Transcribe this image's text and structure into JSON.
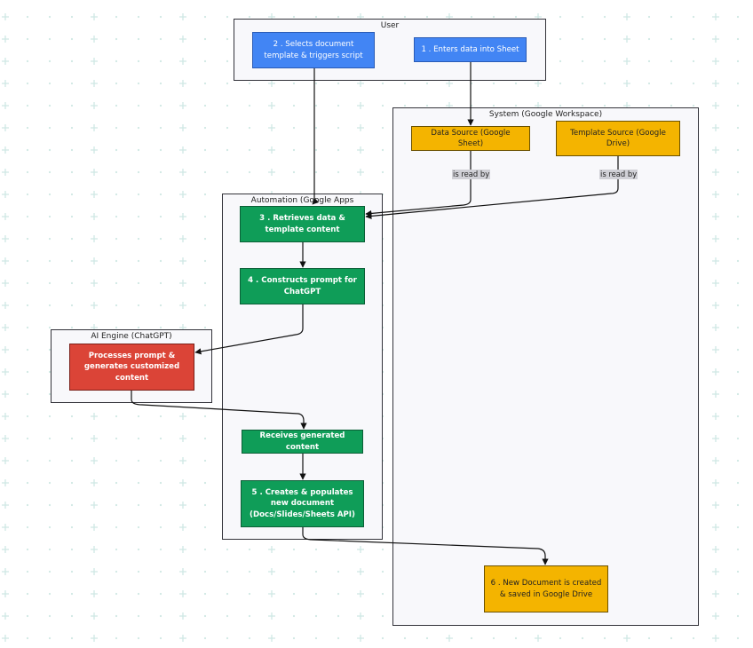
{
  "groups": {
    "user": "User",
    "system": "System (Google Workspace)",
    "automation": "Automation (Google Apps",
    "ai": "AI Engine (ChatGPT)"
  },
  "nodes": {
    "select_template": "2 . Selects document template & triggers script",
    "enter_data": "1 . Enters data into Sheet",
    "data_source": "Data Source (Google Sheet)",
    "template_source": "Template Source (Google Drive)",
    "retrieve": "3 . Retrieves data & template content",
    "construct_prompt": "4 . Constructs prompt for ChatGPT",
    "process_prompt": "Processes prompt & generates customized content",
    "receive_content": "Receives generated content",
    "create_doc": "5 . Creates & populates new document (Docs/Slides/Sheets API)",
    "new_doc": "6 . New Document is created & saved in Google Drive"
  },
  "edge_labels": {
    "data_read": "is read by",
    "template_read": "is read by"
  },
  "colors": {
    "blue": "#4285f4",
    "green": "#0f9d58",
    "yellow": "#f4b400",
    "red": "#db4437",
    "grid_plus": "#cfe8e4"
  }
}
